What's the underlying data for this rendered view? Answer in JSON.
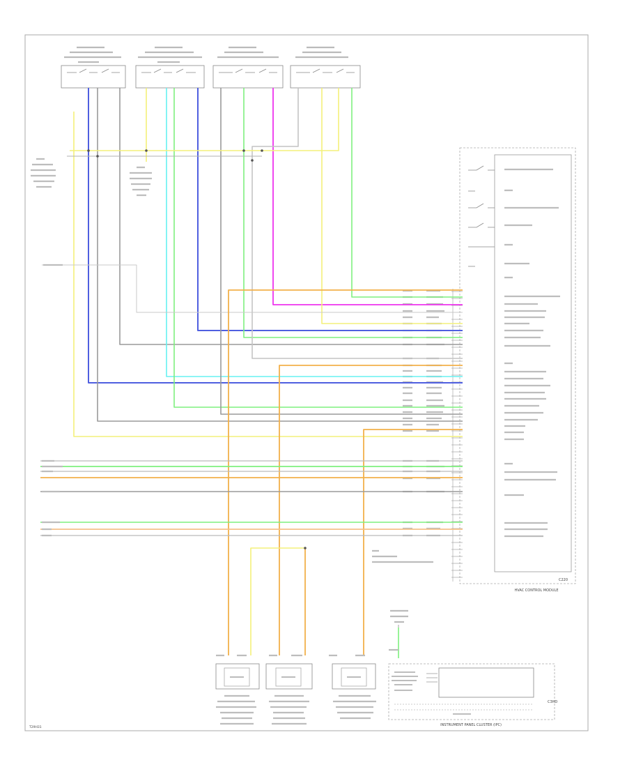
{
  "hvac_module": {
    "title": "HVAC CONTROL MODULE",
    "part_code": "C220"
  },
  "instrument_cluster": {
    "title": "INSTRUMENT PANEL CLUSTER (IPC)",
    "connector": "C3HD"
  },
  "footnotes": {
    "page_code": "T29H31"
  },
  "colors": {
    "blue": "#4f5fe0",
    "cyan": "#66f2f2",
    "green": "#7ef07e",
    "yellow": "#f4f07a",
    "orange": "#f2b04a",
    "magenta": "#ee33ee",
    "gray": "#9a9a9a",
    "frame": "#a8a8a8"
  }
}
